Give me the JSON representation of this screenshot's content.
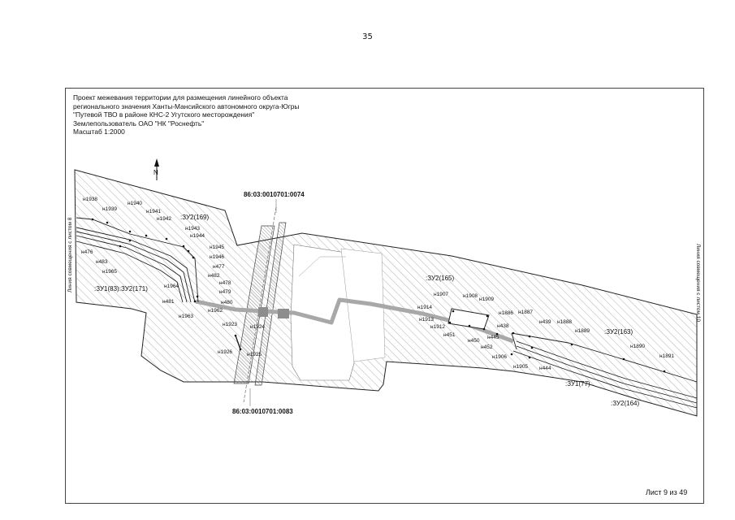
{
  "page_number": "35",
  "header": {
    "lines": [
      "Проект межевания территории для размещения линейного объекта",
      "регионального значения Ханты-Мансийского автономного округа-Югры",
      "\"Путевой ТВО в районе КНС-2 Угутского месторождения\"",
      "Землепользователь ОАО \"НК \"Роснефть\"",
      "Масштаб 1:2000"
    ]
  },
  "north_label": "N",
  "side_labels": {
    "left": "Линия совмещения с листом 8",
    "right": "Линия совмещения с листом 10"
  },
  "cadastral": {
    "top": "86:03:0010701:0074",
    "bottom": "86:03:0010701:0083"
  },
  "parcels": {
    "zu2_169": ":ЗУ2(169)",
    "zu1_83_zu2_171": ":ЗУ1(83):ЗУ2(171)",
    "zu2_165": ":ЗУ2(165)",
    "zu2_163": ":ЗУ2(163)",
    "zu1_77": ":ЗУ1(77)",
    "zu2_164": ":ЗУ2(164)"
  },
  "points": {
    "n1938": "н1938",
    "n1939": "н1939",
    "n1940": "н1940",
    "n1941": "н1941",
    "n1942": "н1942",
    "n1943": "н1943",
    "n1944": "н1944",
    "n1945": "н1945",
    "n1946": "н1946",
    "n477": "н477",
    "n482": "н482",
    "n478": "н478",
    "n479": "н479",
    "n480": "н480",
    "n476": "н476",
    "n483": "н483",
    "n1965": "н1965",
    "n1964": "н1964",
    "n481": "н481",
    "n1963": "н1963",
    "n1962": "н1962",
    "n1923": "н1923",
    "n1924": "н1924",
    "n1926": "н1926",
    "n1925": "н1925",
    "n1907": "н1907",
    "n1908": "н1908",
    "n1909": "н1909",
    "n1914": "н1914",
    "n1913": "н1913",
    "n1912": "н1912",
    "n451": "н451",
    "n450": "н450",
    "n445": "н445",
    "n452": "н452",
    "n438": "н438",
    "n1886": "н1886",
    "n1887": "н1887",
    "n439": "н439",
    "n1888": "н1888",
    "n1889": "н1889",
    "n1906": "н1906",
    "n1905": "н1905",
    "n444": "н444",
    "n1890": "н1890",
    "n1891": "н1891"
  },
  "sheet_counter": "Лист 9 из 49"
}
